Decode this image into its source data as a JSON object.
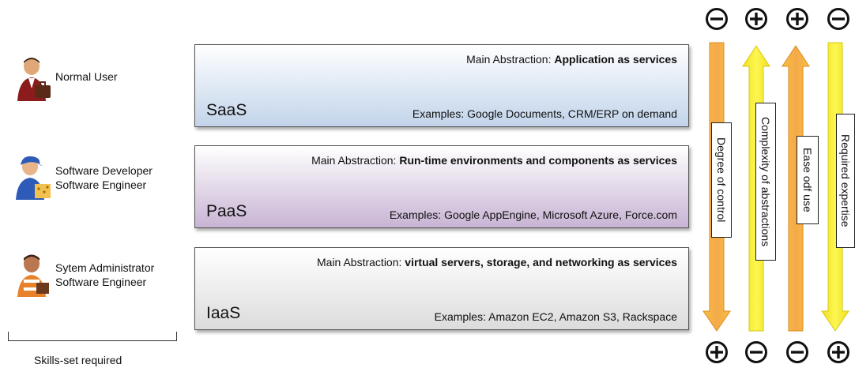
{
  "personas": [
    {
      "lines": [
        "Normal User"
      ],
      "icon": "business-user-icon"
    },
    {
      "lines": [
        "Software Developer",
        "Software Engineer"
      ],
      "icon": "developer-icon"
    },
    {
      "lines": [
        "Sytem Administrator",
        "Software Engineer"
      ],
      "icon": "administrator-icon"
    }
  ],
  "skills_label": "Skills-set required",
  "layers": [
    {
      "name": "SaaS",
      "abstraction_prefix": "Main Abstraction: ",
      "abstraction_bold": "Application as services",
      "examples": "Examples:  Google Documents, CRM/ERP on demand",
      "color": "#c2d4ea"
    },
    {
      "name": "PaaS",
      "abstraction_prefix": "Main Abstraction: ",
      "abstraction_bold": "Run-time environments and components as services",
      "examples": "Examples: Google AppEngine, Microsoft Azure, Force.com",
      "color": "#c8b4d4"
    },
    {
      "name": "IaaS",
      "abstraction_prefix": "Main Abstraction: ",
      "abstraction_bold": "virtual servers, storage, and networking as services",
      "examples": "Examples: Amazon EC2, Amazon S3, Rackspace",
      "color": "#dcdcdc"
    }
  ],
  "dimensions": [
    {
      "label": "Degree of control",
      "top_sign": "minus",
      "bottom_sign": "plus",
      "direction": "down"
    },
    {
      "label": "Complexity of abstractions",
      "top_sign": "plus",
      "bottom_sign": "minus",
      "direction": "up"
    },
    {
      "label": "Ease odf use",
      "top_sign": "plus",
      "bottom_sign": "minus",
      "direction": "up"
    },
    {
      "label": "Required expertise",
      "top_sign": "minus",
      "bottom_sign": "plus",
      "direction": "down"
    }
  ],
  "colors": {
    "arrow_orange": "#f4a94a",
    "arrow_yellow": "#f8ee2a"
  }
}
